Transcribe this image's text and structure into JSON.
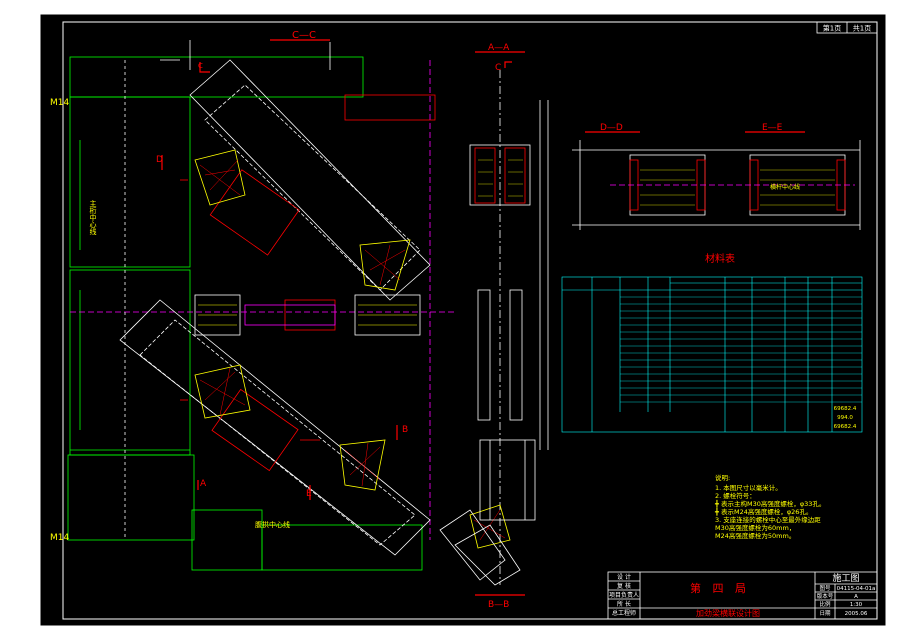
{
  "colors": {
    "background": "#000000",
    "frame": "#ffffff",
    "green": "#00ff00",
    "red": "#ff0000",
    "yellow": "#ffff00",
    "cyan": "#00ffff",
    "magenta": "#ff00ff",
    "white": "#ffffff"
  },
  "sheet_info": {
    "page_current": "第1页",
    "page_total": "共1页"
  },
  "section_labels": {
    "c_c": "C—C",
    "a_a": "A—A",
    "b_b": "B—B",
    "d_d": "D—D",
    "e_e": "E—E",
    "c_mark": "C",
    "d_mark": "D",
    "a_mark": "A",
    "b_mark": "B",
    "e_mark": "E"
  },
  "side_labels": {
    "m14_top": "M14",
    "m14_bottom": "M14"
  },
  "material_table": {
    "title": "材料表",
    "total_mass": "69682.4",
    "weld_mass": "994.0",
    "grand_total": "69682.4"
  },
  "notes": {
    "title": "说明:",
    "lines": [
      "1. 本图尺寸以毫米计。",
      "2. 螺栓符号：",
      "   ╋ 表示主构M30高强度螺栓，φ33孔。",
      "   ╋ 表示M24高强度螺栓，φ26孔。",
      "3. 支座连接的螺栓中心至最外缘边距",
      "   M30高强度螺栓为60mm，",
      "   M24高强度螺栓为50mm。"
    ]
  },
  "title_block": {
    "label_rows": [
      "设 计",
      "复 核",
      "项目负责人",
      "所 长",
      "总工程师"
    ],
    "design_unit": "第 四 局",
    "project_name": "加劲梁横联设计图",
    "stage": "施工图",
    "fields": [
      {
        "key": "图号",
        "value": "04115-04-01a"
      },
      {
        "key": "版本号",
        "value": "A"
      },
      {
        "key": "比例",
        "value": "1:30"
      },
      {
        "key": "日期",
        "value": "2005.06"
      }
    ]
  },
  "drawing_notes": {
    "center_line": "腹拱中心线",
    "main_truss_center": "主桁中心线",
    "lateral_center": "横联系统线",
    "cross_beam_center": "横杆中心线"
  }
}
